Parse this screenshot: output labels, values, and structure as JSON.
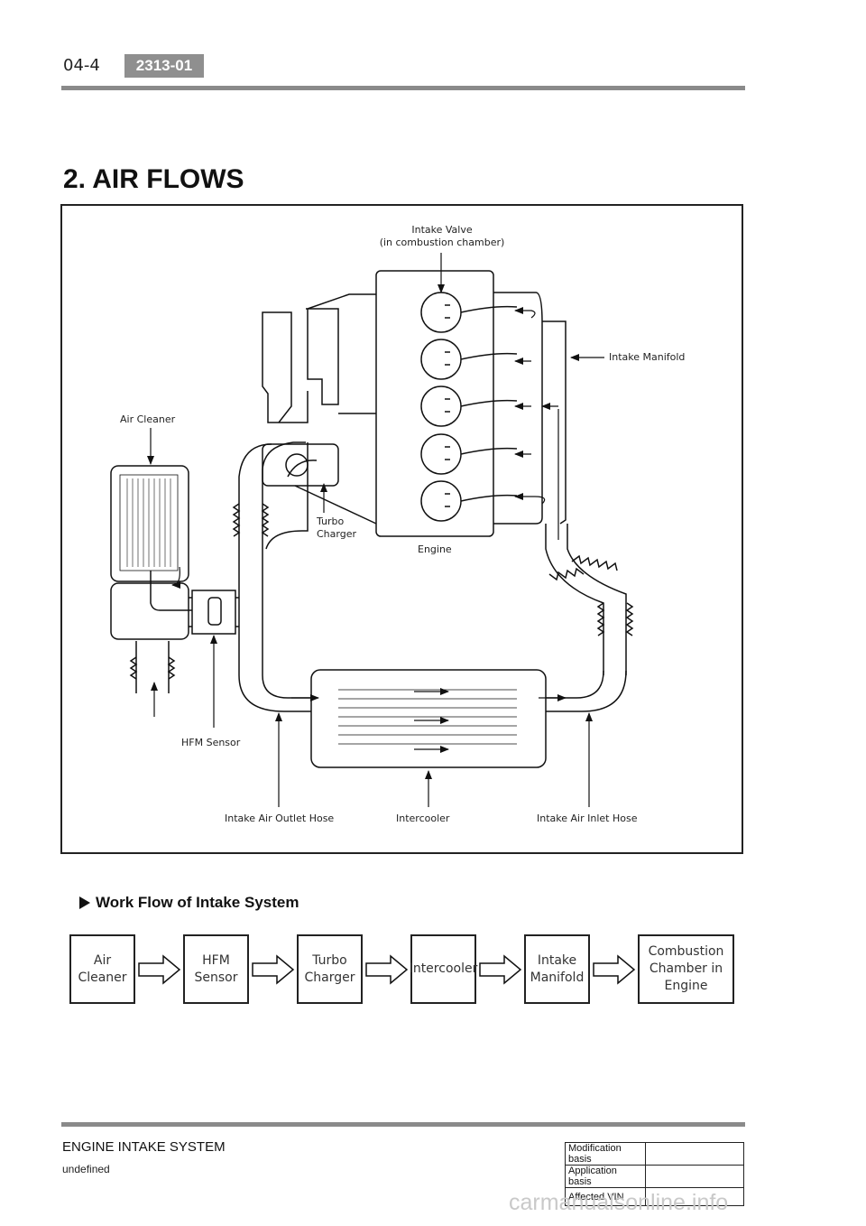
{
  "header": {
    "page_number": "04-4",
    "section_code": "2313-01"
  },
  "section_title": "2. AIR FLOWS",
  "diagram": {
    "labels": {
      "intake_valve": "Intake Valve\n(in combustion chamber)",
      "intake_manifold": "Intake Manifold",
      "air_cleaner": "Air Cleaner",
      "turbo_charger": "Turbo\nCharger",
      "engine": "Engine",
      "hfm_sensor": "HFM Sensor",
      "intake_air_outlet_hose": "Intake Air Outlet Hose",
      "intercooler": "Intercooler",
      "intake_air_inlet_hose": "Intake Air Inlet Hose"
    }
  },
  "flow": {
    "title": "Work Flow of Intake System",
    "steps": [
      "Air\nCleaner",
      "HFM\nSensor",
      "Turbo\nCharger",
      "Intercooler",
      "Intake\nManifold",
      "Combustion\nChamber in\nEngine"
    ]
  },
  "footer": {
    "title": "ENGINE INTAKE SYSTEM",
    "subtitle": "undefined",
    "basis_table": [
      {
        "label": "Modification basis",
        "value": ""
      },
      {
        "label": "Application basis",
        "value": ""
      },
      {
        "label": "Affected VIN",
        "value": ""
      }
    ]
  },
  "watermark": "carmanualsonline.info"
}
